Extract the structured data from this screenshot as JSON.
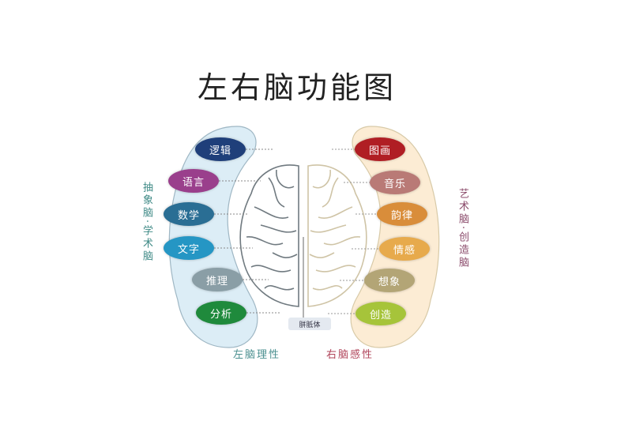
{
  "title": "左右脑功能图",
  "left_brain": {
    "side_label": "抽象脑·学术脑",
    "bottom_label": "左脑理性",
    "panel_color": "#dbecf5",
    "functions": [
      {
        "label": "逻辑",
        "color": "#1f3f7a"
      },
      {
        "label": "语言",
        "color": "#9a3f8c"
      },
      {
        "label": "数学",
        "color": "#2a6e94"
      },
      {
        "label": "文字",
        "color": "#2596c4"
      },
      {
        "label": "推理",
        "color": "#8a9ea6"
      },
      {
        "label": "分析",
        "color": "#1f8a3c"
      }
    ]
  },
  "right_brain": {
    "side_label": "艺术脑·创造脑",
    "bottom_label": "右脑感性",
    "panel_color": "#fbecd3",
    "functions": [
      {
        "label": "图画",
        "color": "#b01e24"
      },
      {
        "label": "音乐",
        "color": "#b97a76"
      },
      {
        "label": "韵律",
        "color": "#d98d3a"
      },
      {
        "label": "情感",
        "color": "#e7aa4c"
      },
      {
        "label": "想象",
        "color": "#b3a576"
      },
      {
        "label": "创造",
        "color": "#a6c43a"
      }
    ]
  },
  "center": {
    "corpus_callosum_label": "胼胝体"
  }
}
